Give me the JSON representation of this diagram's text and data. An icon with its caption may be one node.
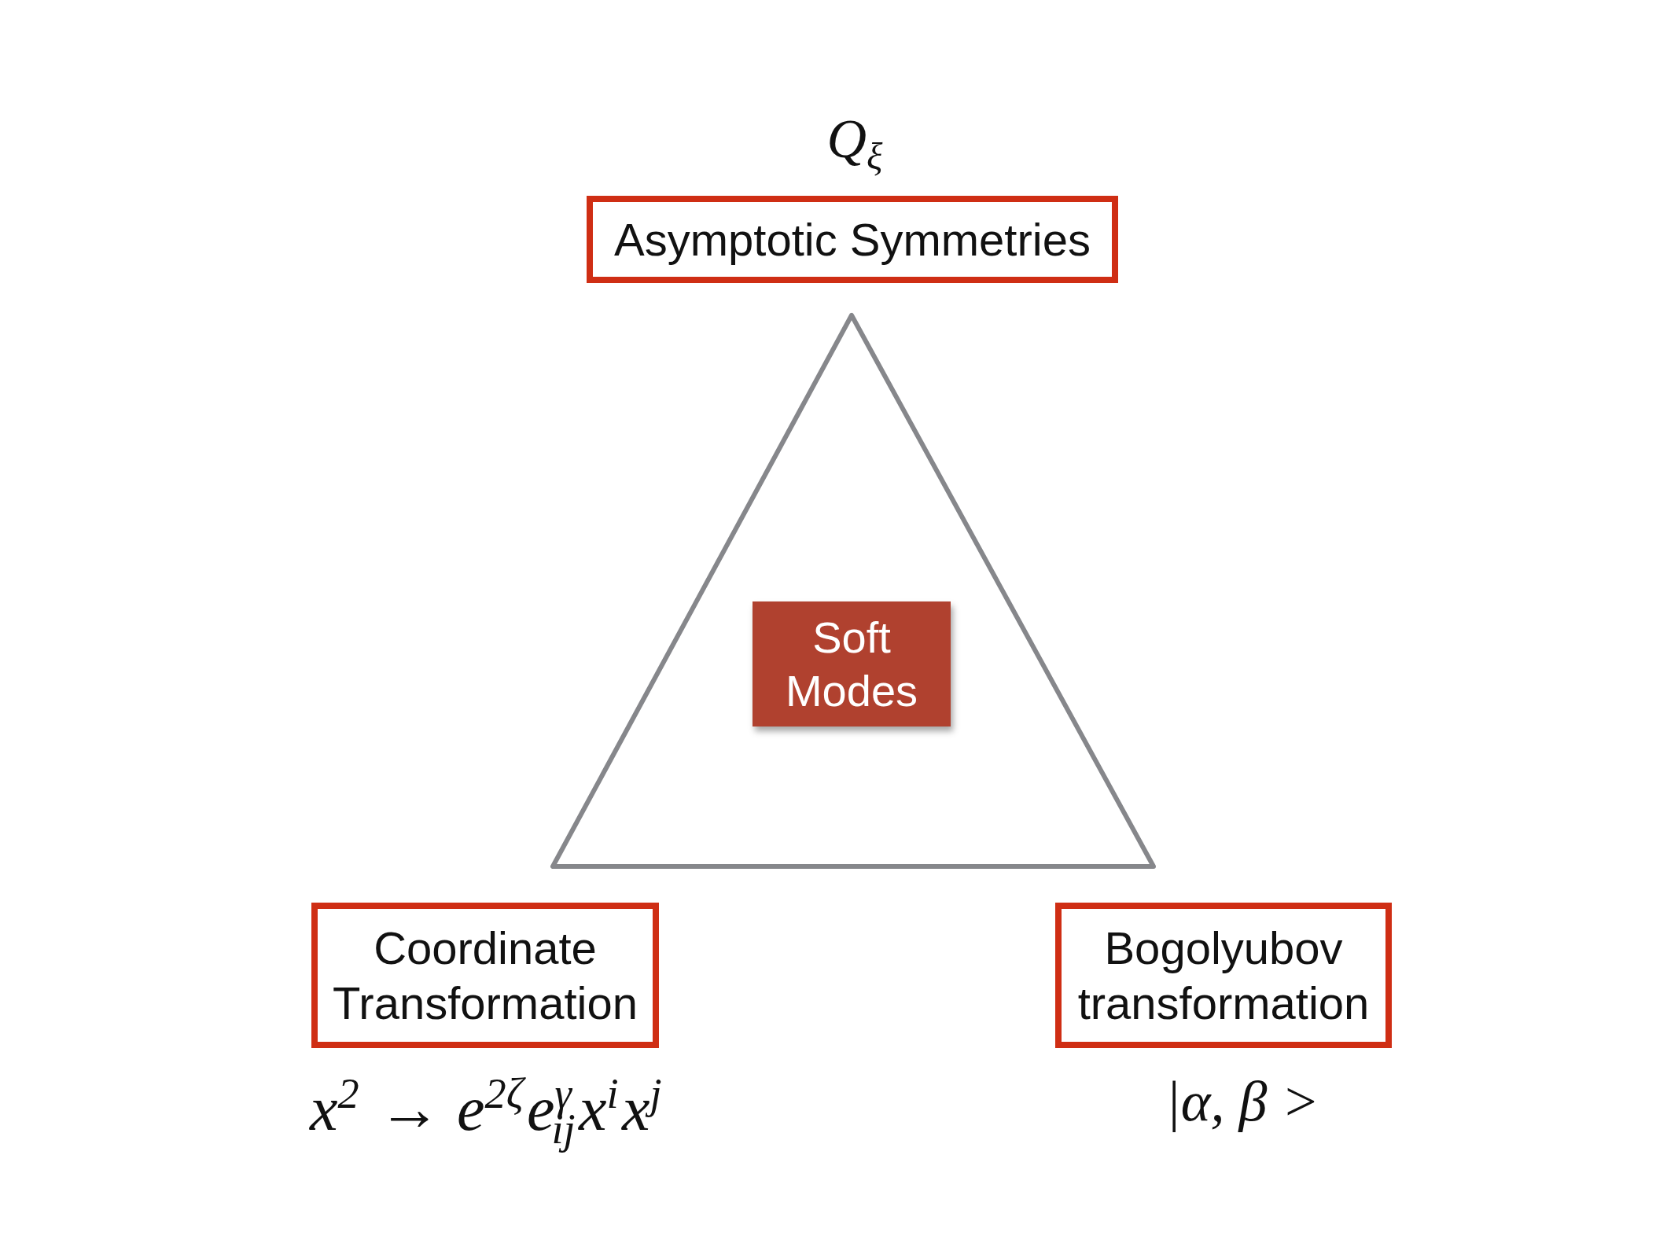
{
  "diagram": {
    "nodes": [
      {
        "text": [
          "Asymptotic Symmetries"
        ],
        "beside": [
          "Q$_{ξ}$"
        ]
      },
      {
        "text": [],
        "shape": "triangle"
      },
      {
        "text": [
          "Soft Modes"
        ],
        "in": 1
      },
      {
        "text": [
          "Coordinate Transformation"
        ],
        "beside": [
          "x$^{2}$ → e$^{2ζ}$e$^{γ}$$_{ij}$x$^{i}$x$^{j}$"
        ]
      },
      {
        "text": [
          "Bogolyubov transformation"
        ],
        "beside": [
          "|α, β >"
        ]
      }
    ]
  }
}
